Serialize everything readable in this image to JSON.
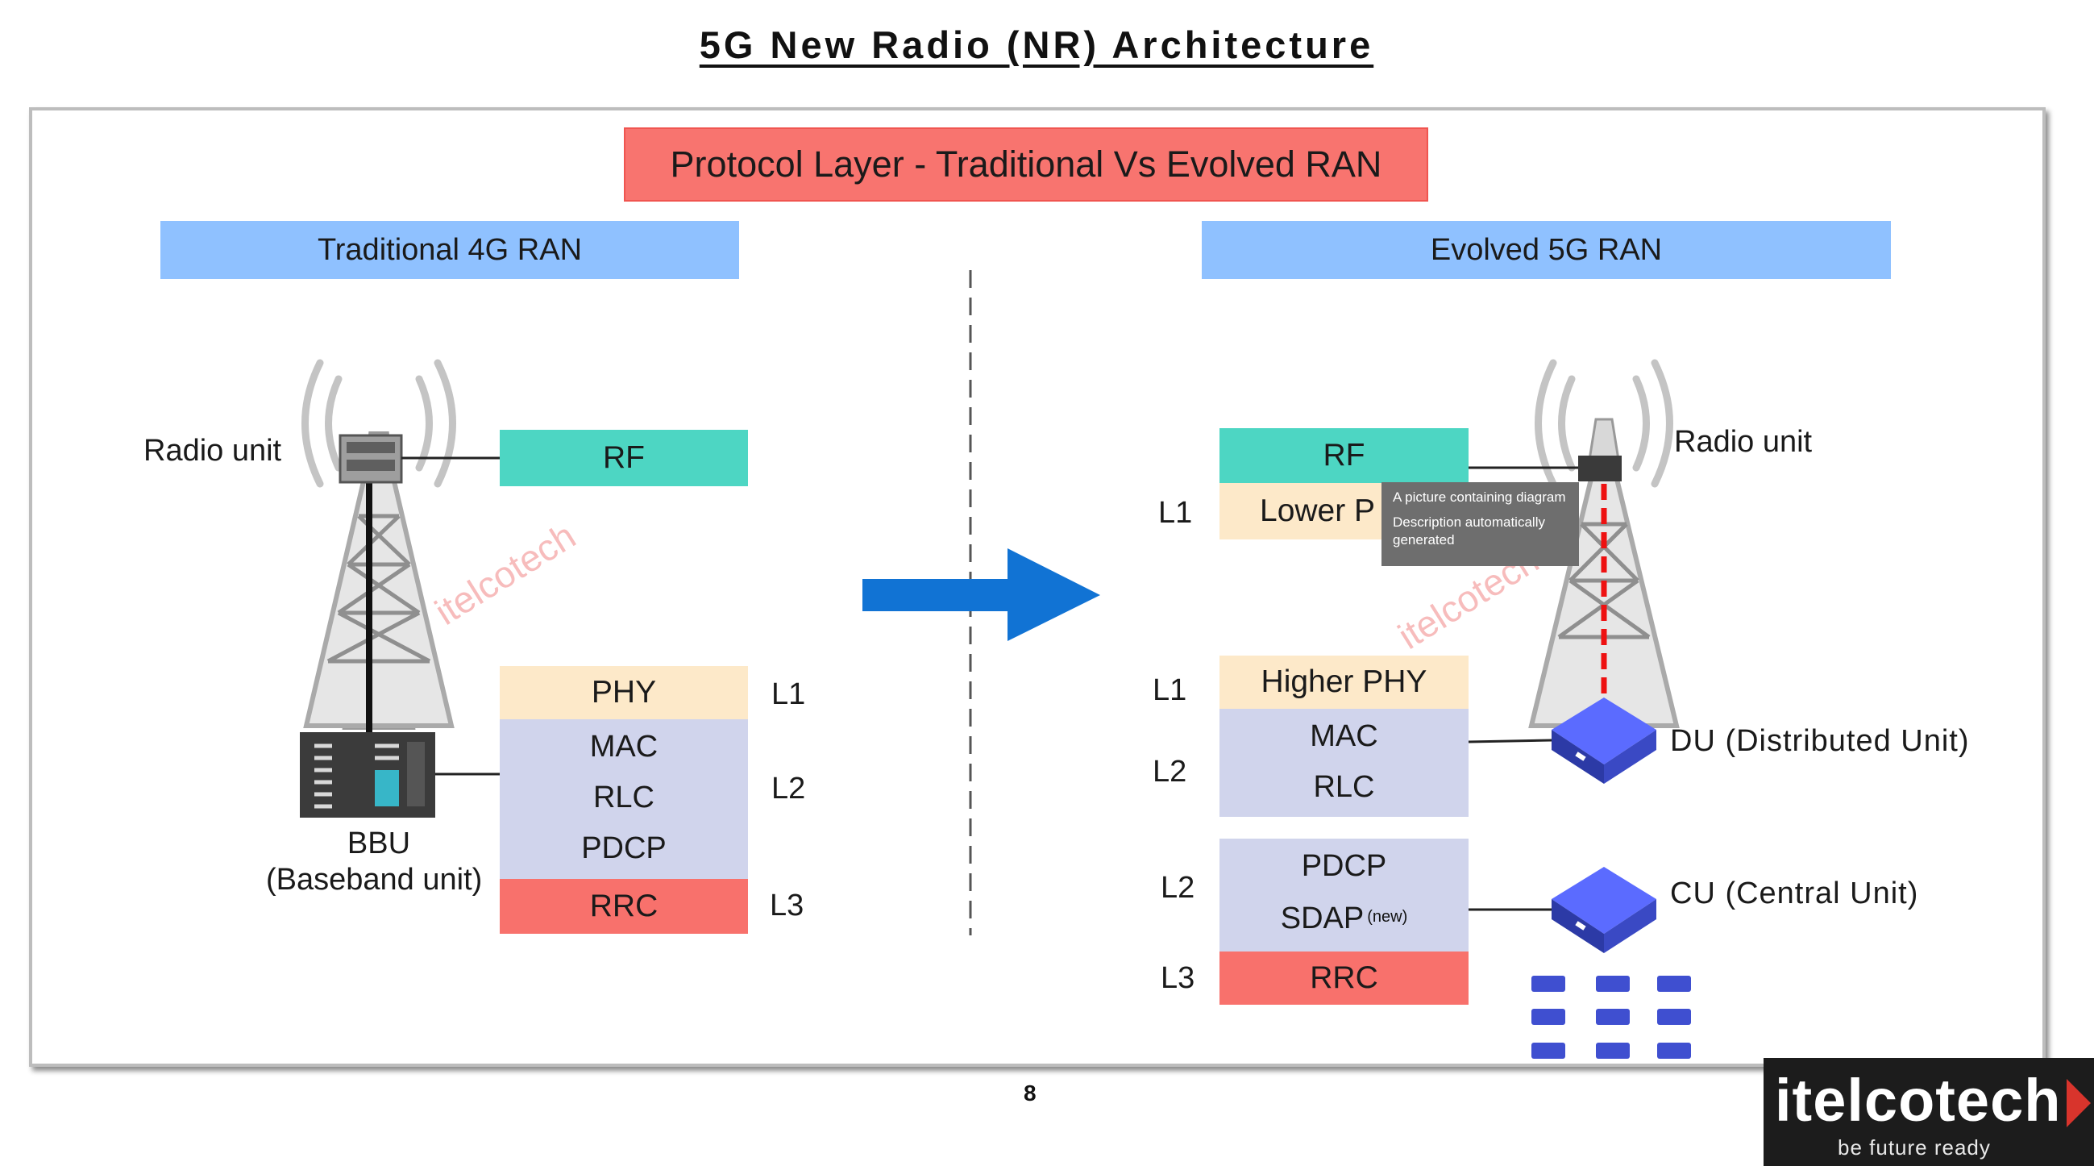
{
  "slide": {
    "title": "5G New Radio (NR) Architecture",
    "page_number": "8"
  },
  "banner": {
    "label": "Protocol Layer - Traditional Vs Evolved RAN"
  },
  "left": {
    "header": "Traditional 4G RAN",
    "radio_unit_label": "Radio unit",
    "bbu_label_line1": "BBU",
    "bbu_label_line2": "(Baseband unit)",
    "rf": "RF",
    "phy": "PHY",
    "mac": "MAC",
    "rlc": "RLC",
    "pdcp": "PDCP",
    "rrc": "RRC",
    "level_l1": "L1",
    "level_l2": "L2",
    "level_l3": "L3"
  },
  "right": {
    "header": "Evolved 5G RAN",
    "radio_unit_label": "Radio unit",
    "rf": "RF",
    "lower_phy": "Lower P",
    "higher_phy": "Higher PHY",
    "mac": "MAC",
    "rlc": "RLC",
    "pdcp": "PDCP",
    "sdap": "SDAP",
    "sdap_note": "(new)",
    "rrc": "RRC",
    "level_l1_a": "L1",
    "level_l1_b": "L1",
    "level_l2_a": "L2",
    "level_l2_b": "L2",
    "level_l3": "L3",
    "du_label": "DU (Distributed Unit)",
    "cu_label": "CU (Central Unit)"
  },
  "tooltip": {
    "line1": "A picture containing diagram",
    "line2": "Description automatically",
    "line3": "generated"
  },
  "watermark": "itelcotech",
  "logo": {
    "brand": "itelcotech",
    "tagline": "be future ready"
  },
  "colors": {
    "banner": "#f8746f",
    "header_bar": "#8fc1ff",
    "rf": "#4dd6c3",
    "phy": "#fde9c9",
    "stack": "#d0d4ec",
    "rrc": "#f8716c",
    "arrow": "#1173d4",
    "server": "#3f4fd0"
  }
}
